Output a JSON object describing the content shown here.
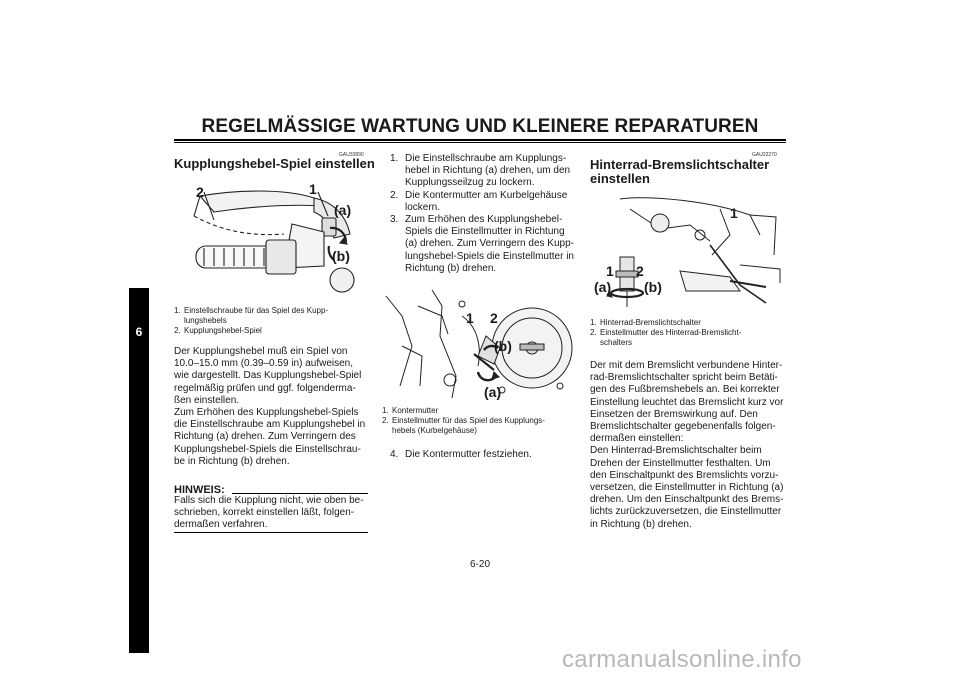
{
  "page": {
    "title": "REGELMÄSSIGE WARTUNG UND KLEINERE REPARATUREN",
    "chapter": "6",
    "page_number": "6-20",
    "watermark": "carmanualsonline.info"
  },
  "section1": {
    "code": "GAU33890",
    "heading": "Kupplungshebel-Spiel einstellen",
    "figure_labels": {
      "n2": "2",
      "n1": "1",
      "a": "(a)",
      "b": "(b)"
    },
    "captions": [
      {
        "num": "1.",
        "text": "Einstellschraube für das Spiel des Kupp-"
      },
      {
        "num": "",
        "text": "lungshebels"
      },
      {
        "num": "2.",
        "text": "Kupplungshebel-Spiel"
      }
    ],
    "body": [
      "Der Kupplungshebel muß ein Spiel von",
      "10.0–15.0 mm (0.39–0.59 in) aufweisen,",
      "wie dargestellt. Das Kupplungshebel-Spiel",
      "regelmäßig prüfen und ggf. folgenderma-",
      "ßen einstellen.",
      "Zum Erhöhen des Kupplungshebel-Spiels",
      "die Einstellschraube am Kupplungshebel in",
      "Richtung (a) drehen. Zum Verringern des",
      "Kupplungshebel-Spiels die Einstellschrau-",
      "be in Richtung (b) drehen."
    ],
    "note_heading": "HINWEIS:",
    "note": [
      "Falls sich die Kupplung nicht, wie oben be-",
      "schrieben, korrekt einstellen läßt, folgen-",
      "dermaßen verfahren."
    ]
  },
  "section2": {
    "steps": [
      {
        "num": "1.",
        "text": "Die Einstellschraube am Kupplungs-"
      },
      {
        "num": "",
        "text": "hebel in Richtung (a) drehen, um den"
      },
      {
        "num": "",
        "text": "Kupplungsseilzug zu lockern."
      },
      {
        "num": "2.",
        "text": "Die Kontermutter am Kurbelgehäuse"
      },
      {
        "num": "",
        "text": "lockern."
      },
      {
        "num": "3.",
        "text": "Zum Erhöhen des Kupplungshebel-"
      },
      {
        "num": "",
        "text": "Spiels die Einstellmutter in Richtung"
      },
      {
        "num": "",
        "text": "(a) drehen. Zum Verringern des Kupp-"
      },
      {
        "num": "",
        "text": "lungshebel-Spiels die Einstellmutter in"
      },
      {
        "num": "",
        "text": "Richtung (b) drehen."
      }
    ],
    "figure_labels": {
      "n1": "1",
      "n2": "2",
      "a": "(a)",
      "b": "(b)"
    },
    "captions": [
      {
        "num": "1.",
        "text": "Kontermutter"
      },
      {
        "num": "2.",
        "text": "Einstellmutter für das Spiel des Kupplungs-"
      },
      {
        "num": "",
        "text": "hebels (Kurbelgehäuse)"
      }
    ],
    "step4": {
      "num": "4.",
      "text": "Die Kontermutter festziehen."
    }
  },
  "section3": {
    "code": "GAU22270",
    "heading_line1": "Hinterrad-Bremslichtschalter",
    "heading_line2": "einstellen",
    "figure_labels": {
      "n1_top": "1",
      "n1": "1",
      "n2": "2",
      "a": "(a)",
      "b": "(b)"
    },
    "captions": [
      {
        "num": "1.",
        "text": "Hinterrad-Bremslichtschalter"
      },
      {
        "num": "2.",
        "text": "Einstellmutter des Hinterrad-Bremslicht-"
      },
      {
        "num": "",
        "text": "schalters"
      }
    ],
    "body": [
      "Der mit dem Bremslicht verbundene Hinter-",
      "rad-Bremslichtschalter spricht beim Betäti-",
      "gen des Fußbremshebels an. Bei korrekter",
      "Einstellung leuchtet das Bremslicht kurz vor",
      "Einsetzen der Bremswirkung auf. Den",
      "Bremslichtschalter gegebenenfalls folgen-",
      "dermaßen einstellen:",
      "Den Hinterrad-Bremslichtschalter beim",
      "Drehen der Einstellmutter festhalten. Um",
      "den Einschaltpunkt des Bremslichts vorzu-",
      "versetzen, die Einstellmutter in Richtung (a)",
      "drehen. Um den Einschaltpunkt des Brems-",
      "lichts zurückzuversetzen, die Einstellmutter",
      "in Richtung (b) drehen."
    ]
  }
}
